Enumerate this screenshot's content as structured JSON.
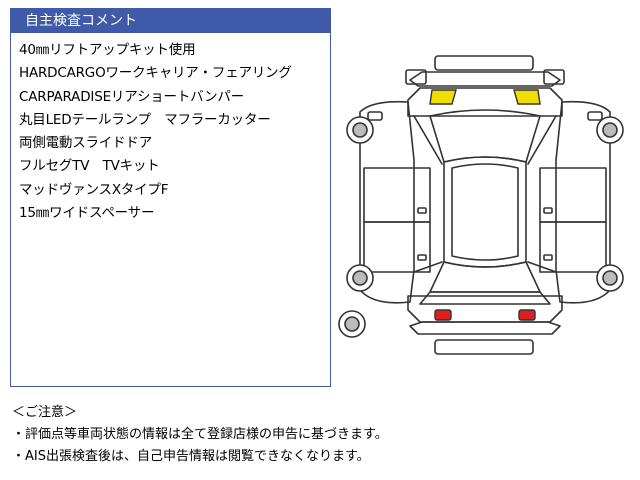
{
  "comment": {
    "title": "自主検査コメント",
    "items": [
      "40㎜リフトアップキット使用",
      "HARDCARGOワークキャリア・フェアリング",
      "CARPARADISEリアショートバンパー",
      "丸目LEDテールランプ　マフラーカッター",
      "両側電動スライドドア",
      "フルセグTV　TVキット",
      "マッドヴァンスXタイプF",
      "15㎜ワイドスペーサー"
    ]
  },
  "diagram": {
    "colors": {
      "line": "#333333",
      "front_mark": "#f2dd00",
      "rear_mark": "#e02020",
      "wheel_fill": "#bbbbbb"
    }
  },
  "notice": {
    "heading": "＜ご注意＞",
    "lines": [
      "・評価点等車両状態の情報は全て登録店様の申告に基づきます。",
      "・AIS出張検査後は、自己申告情報は閲覧できなくなります。"
    ]
  }
}
